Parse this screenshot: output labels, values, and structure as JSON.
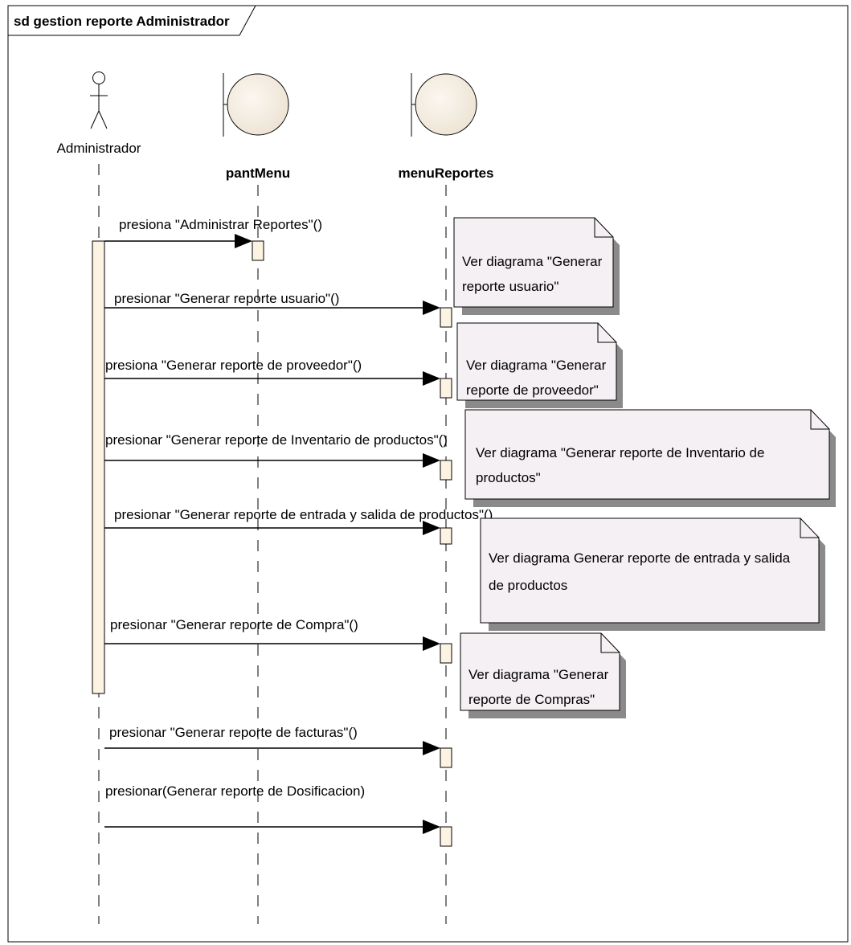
{
  "frame": {
    "title": "sd gestion reporte Administrador"
  },
  "lifelines": [
    {
      "id": "administrador",
      "label": "Administrador",
      "kind": "actor"
    },
    {
      "id": "pantMenu",
      "label": "pantMenu",
      "kind": "boundary"
    },
    {
      "id": "menuReportes",
      "label": "menuReportes",
      "kind": "boundary"
    }
  ],
  "messages": [
    {
      "label": "presiona \"Administrar Reportes\"()",
      "from": "administrador",
      "to": "pantMenu"
    },
    {
      "label": "presionar \"Generar reporte usuario\"()",
      "from": "administrador",
      "to": "menuReportes"
    },
    {
      "label": "presiona \"Generar reporte de proveedor\"()",
      "from": "administrador",
      "to": "menuReportes"
    },
    {
      "label": "presionar \"Generar reporte de Inventario de productos\"()",
      "from": "administrador",
      "to": "menuReportes"
    },
    {
      "label": "presionar \"Generar reporte de entrada y salida de productos\"()",
      "from": "administrador",
      "to": "menuReportes"
    },
    {
      "label": "presionar \"Generar reporte de Compra\"()",
      "from": "administrador",
      "to": "menuReportes"
    },
    {
      "label": "presionar \"Generar reporte de facturas\"()",
      "from": "administrador",
      "to": "menuReportes"
    },
    {
      "label": "presionar(Generar reporte de Dosificacion)",
      "from": "administrador",
      "to": "menuReportes"
    }
  ],
  "notes": [
    {
      "lines": [
        "Ver diagrama \"Generar",
        "reporte usuario\""
      ]
    },
    {
      "lines": [
        "Ver diagrama \"Generar",
        "reporte de proveedor\""
      ]
    },
    {
      "lines": [
        "Ver diagrama \"Generar reporte de Inventario de",
        "productos\""
      ]
    },
    {
      "lines": [
        "Ver diagrama Generar reporte de entrada y salida",
        "de productos"
      ]
    },
    {
      "lines": [
        "Ver diagrama \"Generar",
        "reporte de Compras\""
      ]
    }
  ],
  "colors": {
    "line": "#000000",
    "boundary_fill": "#f3ece0",
    "activation_fill": "#fdf3e3",
    "note_fill": "#f4f0f4",
    "note_shadow": "#8a8a8a",
    "background": "#ffffff"
  }
}
